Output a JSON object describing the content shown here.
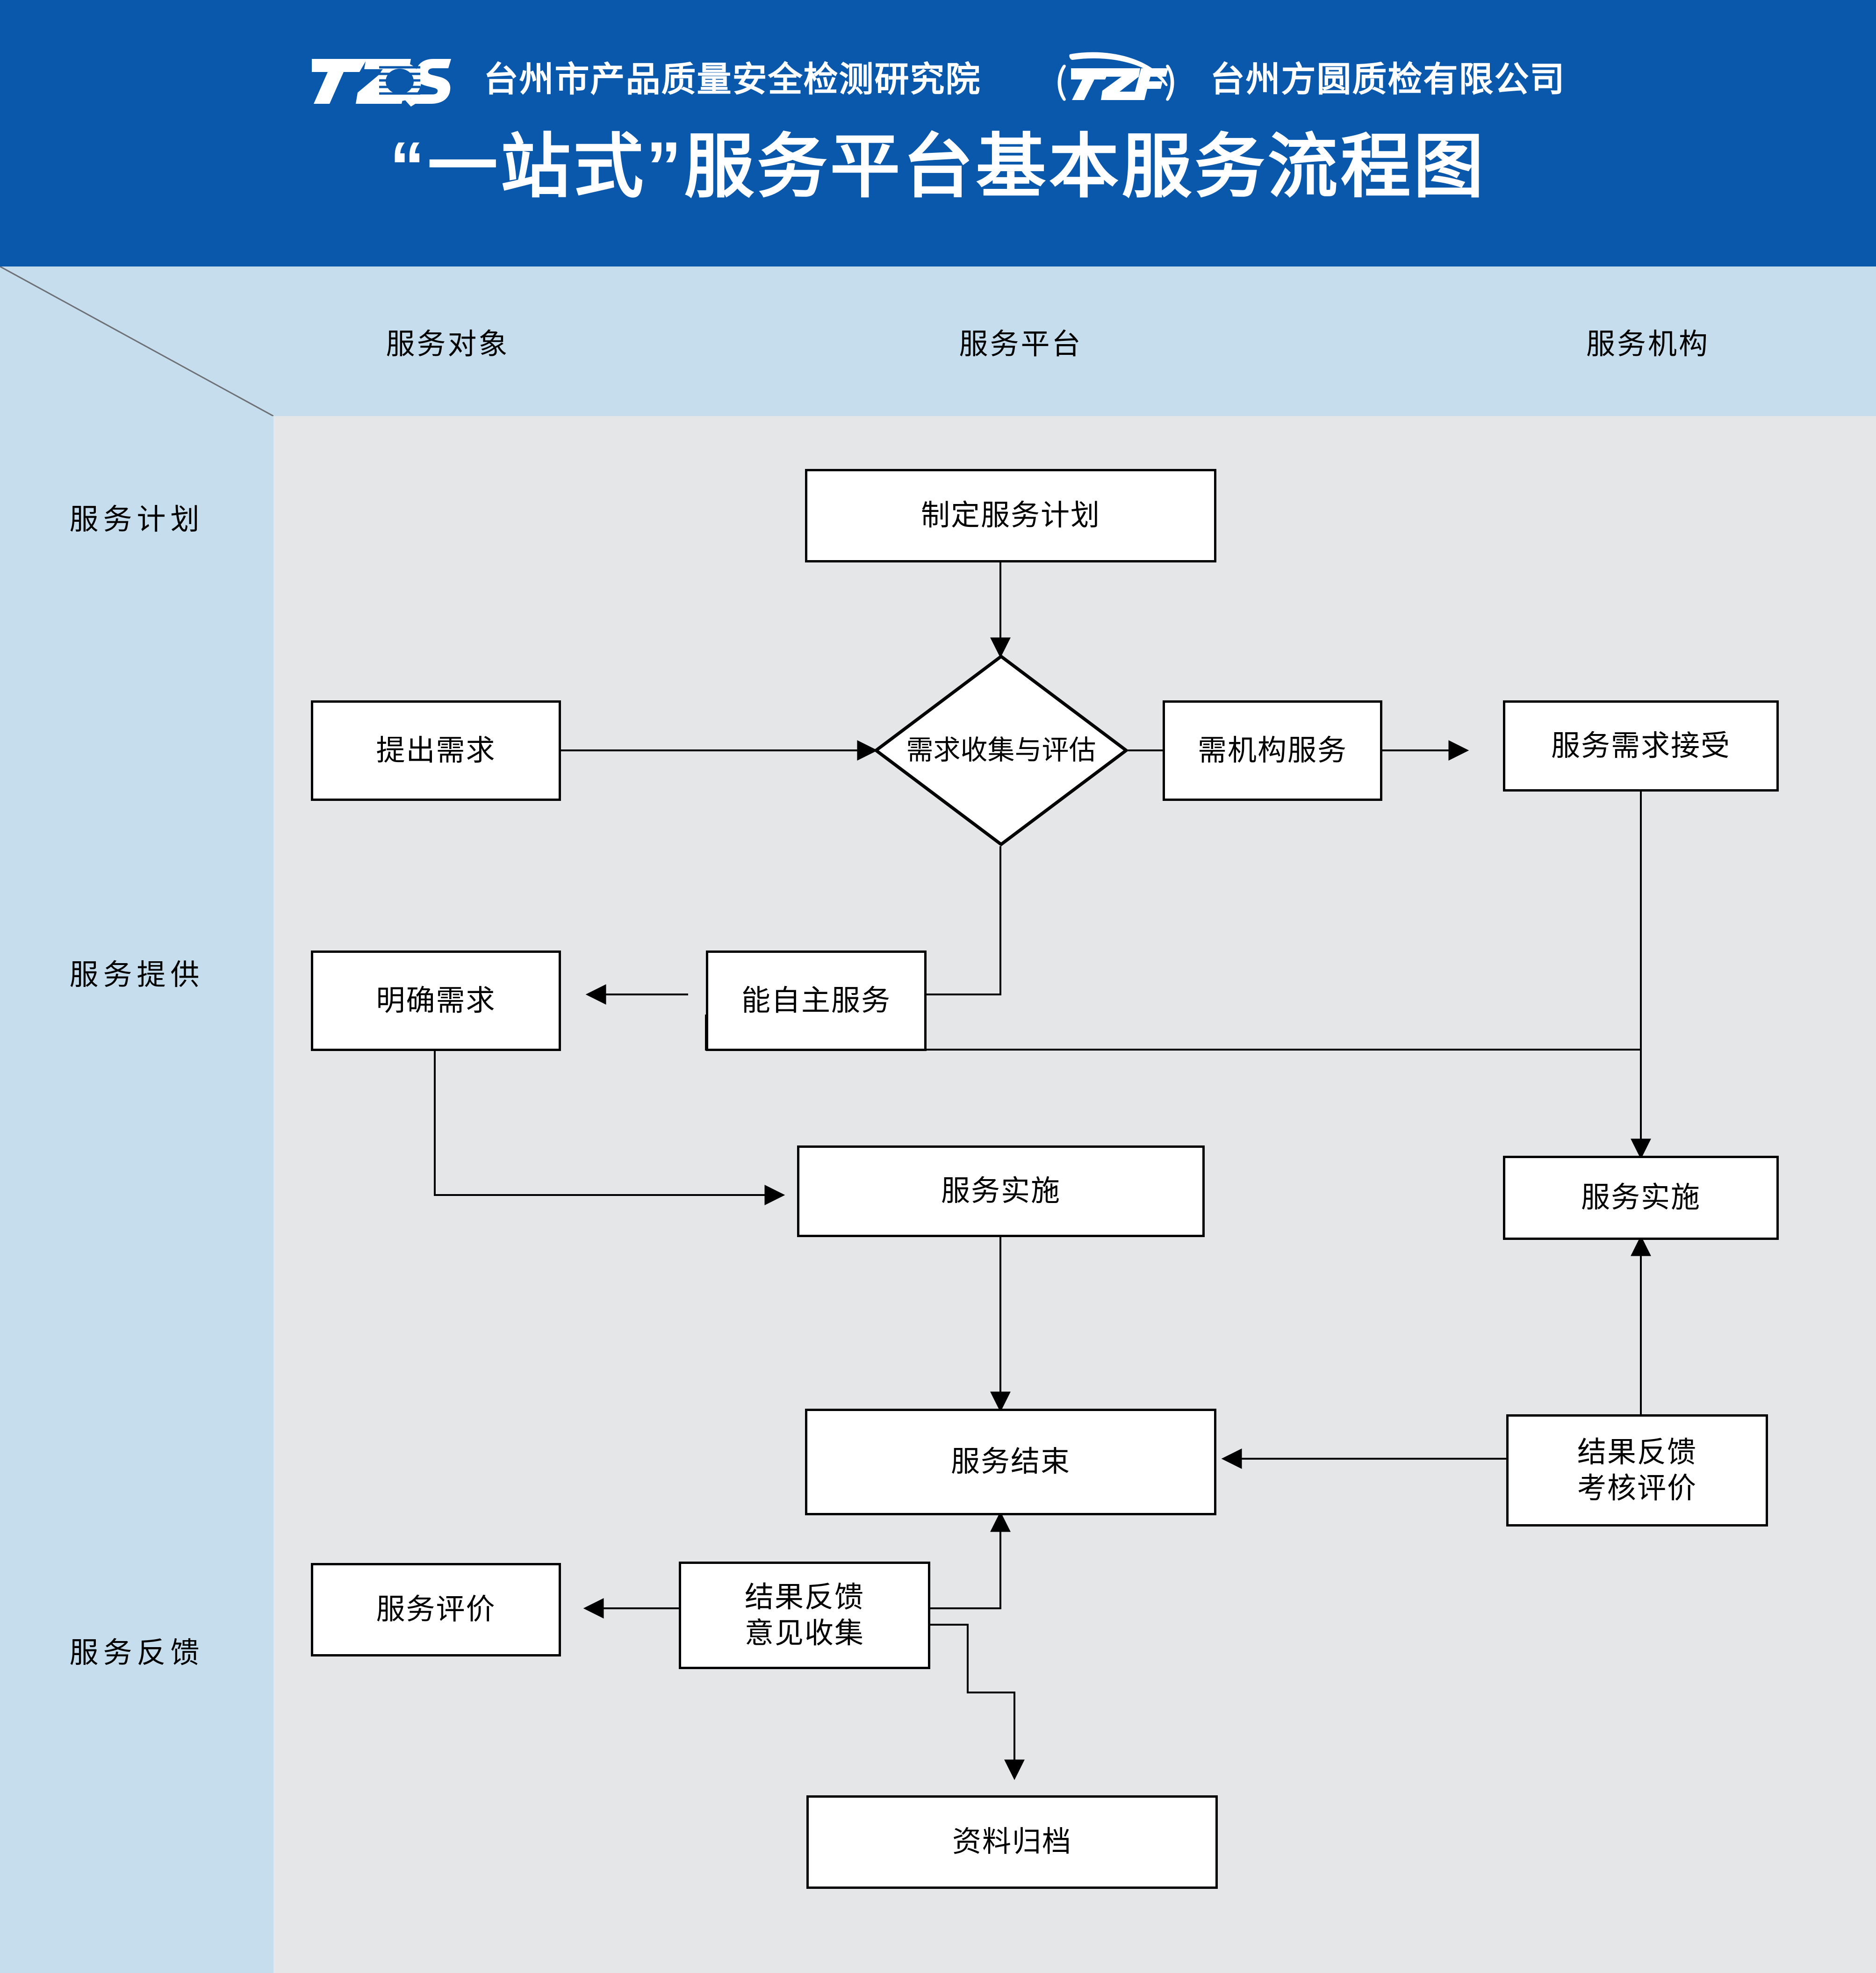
{
  "banner": {
    "title": "“一站式”服务平台基本服务流程图",
    "background_color": "#0a58ab",
    "logos": [
      {
        "mark": "TZQS",
        "name": "台州市产品质量安全检测研究院"
      },
      {
        "mark": "TZFY",
        "name": "台州方圆质检有限公司"
      }
    ]
  },
  "grid": {
    "header_fill": "#c5dded",
    "cell_fill": "#e4e6e8",
    "columns": [
      {
        "id": "corner",
        "label": ""
      },
      {
        "id": "object",
        "label": "服务对象"
      },
      {
        "id": "platform",
        "label": "服务平台"
      },
      {
        "id": "agency",
        "label": "服务机构"
      }
    ],
    "rows": [
      {
        "id": "plan",
        "label": "服务计划"
      },
      {
        "id": "provide",
        "label": "服务提供"
      },
      {
        "id": "feedback",
        "label": "服务反馈"
      }
    ]
  },
  "chart_data": {
    "type": "diagram",
    "title": "“一站式”服务平台基本服务流程图",
    "swimlane_columns": [
      "服务对象",
      "服务平台",
      "服务机构"
    ],
    "swimlane_rows": [
      "服务计划",
      "服务提供",
      "服务反馈"
    ],
    "nodes": [
      {
        "id": "n1",
        "label": "制定服务计划",
        "shape": "rect",
        "lane": "服务平台",
        "row": "服务计划"
      },
      {
        "id": "n2",
        "label": "需求收集\n与评估",
        "shape": "diamond",
        "lane": "服务平台",
        "row": "服务提供"
      },
      {
        "id": "n3",
        "label": "提出需求",
        "shape": "rect",
        "lane": "服务对象",
        "row": "服务提供"
      },
      {
        "id": "n4",
        "label": "需机构服务",
        "shape": "rect",
        "lane": "服务平台",
        "row": "服务提供"
      },
      {
        "id": "n5",
        "label": "服务需求接受",
        "shape": "rect",
        "lane": "服务机构",
        "row": "服务提供"
      },
      {
        "id": "n6",
        "label": "明确需求",
        "shape": "rect",
        "lane": "服务对象",
        "row": "服务提供"
      },
      {
        "id": "n7",
        "label": "能自主服务",
        "shape": "rect",
        "lane": "服务平台",
        "row": "服务提供"
      },
      {
        "id": "n8",
        "label": "服务实施",
        "shape": "rect",
        "lane": "服务平台",
        "row": "服务提供"
      },
      {
        "id": "n9",
        "label": "服务实施",
        "shape": "rect",
        "lane": "服务机构",
        "row": "服务提供"
      },
      {
        "id": "n10",
        "label": "服务结束",
        "shape": "rect",
        "lane": "服务平台",
        "row": "服务反馈"
      },
      {
        "id": "n11",
        "label": "结果反馈\n考核评价",
        "shape": "rect",
        "lane": "服务机构",
        "row": "服务反馈"
      },
      {
        "id": "n12",
        "label": "服务评价",
        "shape": "rect",
        "lane": "服务对象",
        "row": "服务反馈"
      },
      {
        "id": "n13",
        "label": "结果反馈\n意见收集",
        "shape": "rect",
        "lane": "服务平台",
        "row": "服务反馈"
      },
      {
        "id": "n14",
        "label": "资料归档",
        "shape": "rect",
        "lane": "服务平台",
        "row": "服务反馈"
      }
    ],
    "edges": [
      {
        "from": "n1",
        "to": "n2",
        "arrow": true
      },
      {
        "from": "n3",
        "to": "n2",
        "arrow": true
      },
      {
        "from": "n2",
        "to": "n4",
        "arrow": false
      },
      {
        "from": "n4",
        "to": "n5",
        "arrow": true
      },
      {
        "from": "n2",
        "to": "n7",
        "arrow": false
      },
      {
        "from": "n7",
        "to": "n6",
        "arrow": true
      },
      {
        "from": "n7",
        "to": "n9",
        "arrow": true
      },
      {
        "from": "n6",
        "to": "n8",
        "arrow": true
      },
      {
        "from": "n5",
        "to": "n9",
        "arrow": true
      },
      {
        "from": "n8",
        "to": "n10",
        "arrow": true
      },
      {
        "from": "n9",
        "to": "n11",
        "arrow": false
      },
      {
        "from": "n11",
        "to": "n10",
        "arrow": true
      },
      {
        "from": "n11",
        "to": "n9",
        "arrow": true
      },
      {
        "from": "n13",
        "to": "n12",
        "arrow": true
      },
      {
        "from": "n13",
        "to": "n10",
        "arrow": true
      },
      {
        "from": "n13",
        "to": "n14",
        "arrow": true
      }
    ]
  },
  "nodes": {
    "n1": {
      "label": "制定服务计划"
    },
    "n2": {
      "line1": "需求收集",
      "line2": "与评估"
    },
    "n3": {
      "label": "提出需求"
    },
    "n4": {
      "label": "需机构服务"
    },
    "n5": {
      "label": "服务需求接受"
    },
    "n6": {
      "label": "明确需求"
    },
    "n7": {
      "label": "能自主服务"
    },
    "n8": {
      "label": "服务实施"
    },
    "n9": {
      "label": "服务实施"
    },
    "n10": {
      "label": "服务结束"
    },
    "n11": {
      "line1": "结果反馈",
      "line2": "考核评价"
    },
    "n12": {
      "label": "服务评价"
    },
    "n13": {
      "line1": "结果反馈",
      "line2": "意见收集"
    },
    "n14": {
      "label": "资料归档"
    }
  }
}
